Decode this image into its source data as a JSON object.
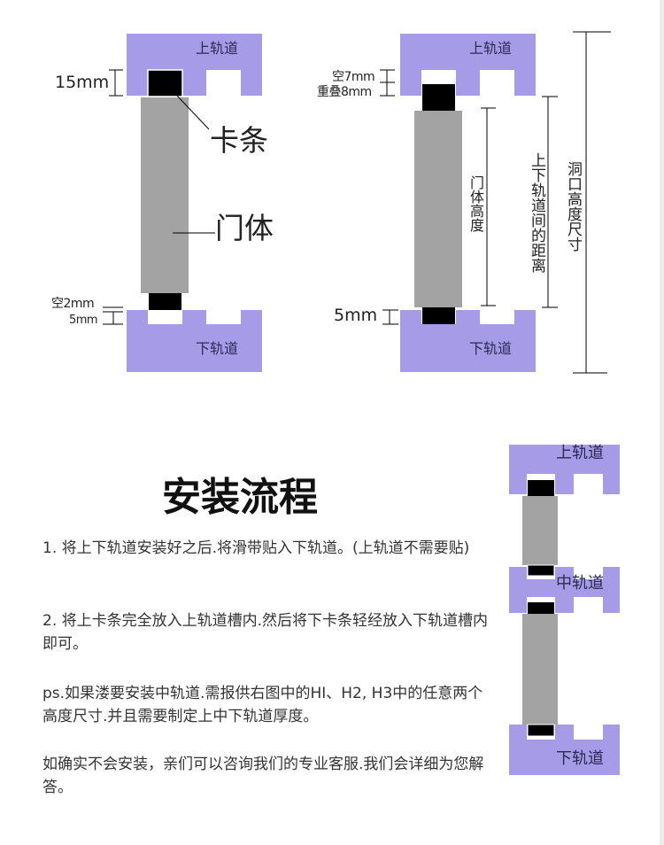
{
  "colors": {
    "rail": "#a59be6",
    "door": "#a3a3a3",
    "strip": "#000000"
  },
  "diagram1": {
    "upper_rail": "上轨道",
    "lower_rail": "下轨道",
    "top_dim": "15mm",
    "strip_label": "卡条",
    "door_label": "门体",
    "gap_dim": "空2mm",
    "bottom_dim": "5mm"
  },
  "diagram2": {
    "upper_rail": "上轨道",
    "lower_rail": "下轨道",
    "gap_dim": "空7mm",
    "overlap_dim": "重叠8mm",
    "bottom_dim": "5mm",
    "door_height": "门体高度",
    "rail_distance": "上下轨道间的距离",
    "opening_height": "洞口高度尺寸"
  },
  "section_title": "安装流程",
  "steps": [
    "1. 将上下轨道安装好之后.将滑带贴入下轨道。(上轨道不需要贴)",
    "2. 将上卡条完全放入上轨道槽内.然后将下卡条轻经放入下轨道槽内即可。",
    "ps.如果溇要安装中轨道.需报供右图中的HI、H2, H3中的任意两个高度尺寸.并且需要制定上中下轨道厚度。",
    "如确实不会安装，亲们可以咨询我们的专业客服.我们会详细为您解答。"
  ],
  "diagram3": {
    "upper_rail": "上轨道",
    "middle_rail": "中轨道",
    "lower_rail": "下轨道"
  }
}
